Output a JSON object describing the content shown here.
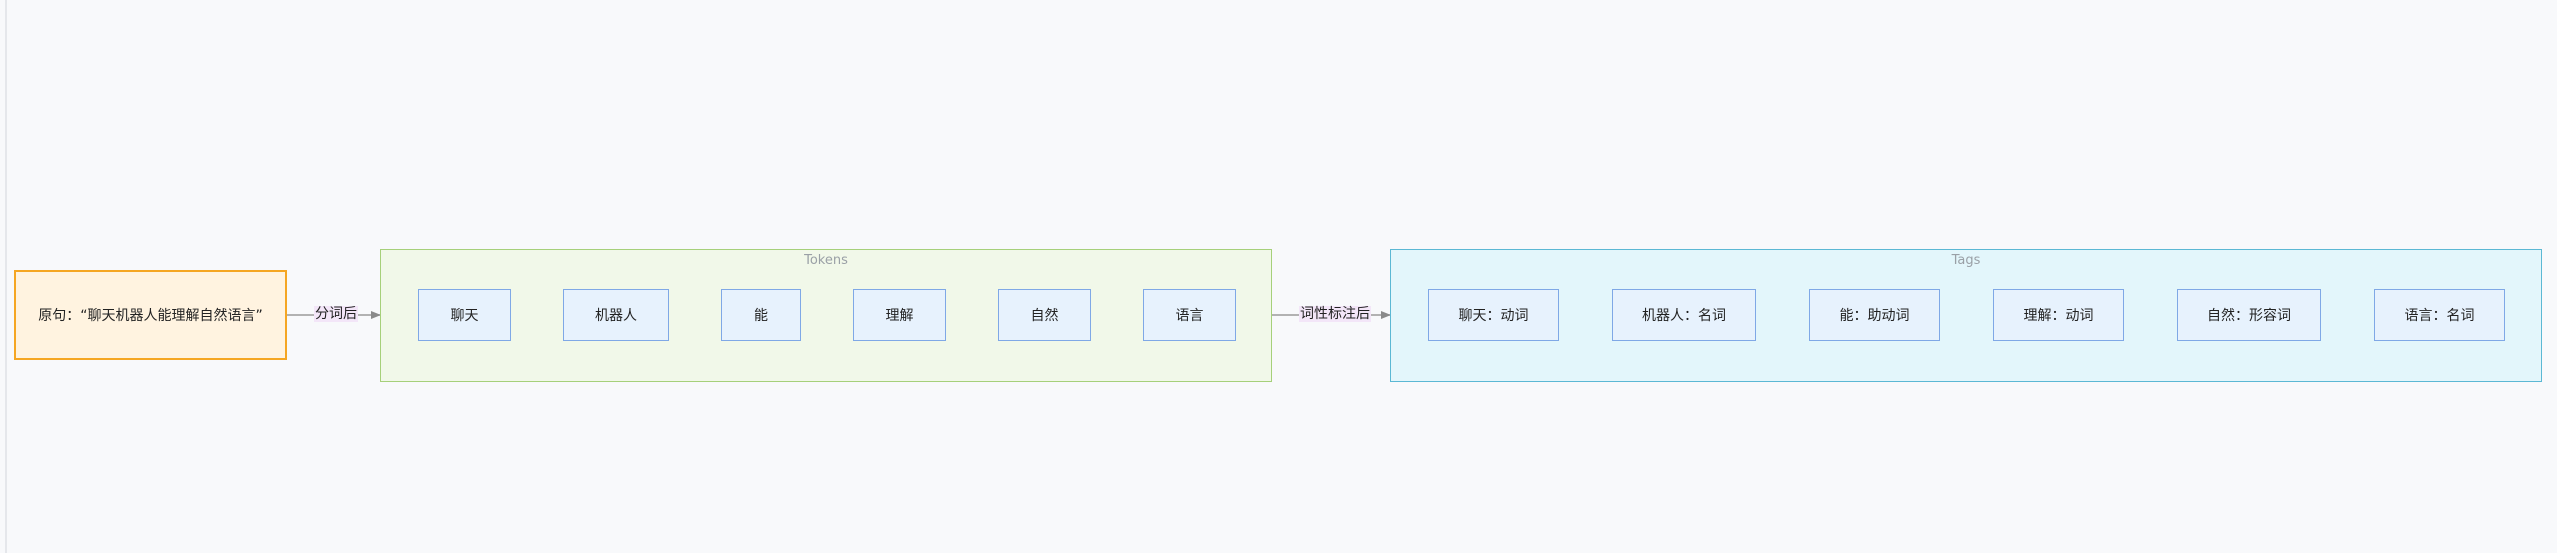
{
  "source": {
    "label": "原句：“聊天机器人能理解自然语言”"
  },
  "edges": [
    {
      "label": "分词后"
    },
    {
      "label": "词性标注后"
    }
  ],
  "groups": {
    "tokens": {
      "title": "Tokens",
      "items": [
        "聊天",
        "机器人",
        "能",
        "理解",
        "自然",
        "语言"
      ]
    },
    "tags": {
      "title": "Tags",
      "items": [
        "聊天：动词",
        "机器人：名词",
        "能：助动词",
        "理解：动词",
        "自然：形容词",
        "语言：名词"
      ]
    }
  },
  "colors": {
    "source_fill": "#fff3e0",
    "source_border": "#f5a623",
    "tokens_fill": "#f1f8e9",
    "tokens_border": "#a6d07a",
    "tags_fill": "#e3f6fb",
    "tags_border": "#5bb8d4",
    "node_fill": "#e7f2fd",
    "node_border": "#7fa8e6",
    "edge_label_bg": "#f3e6f8"
  }
}
